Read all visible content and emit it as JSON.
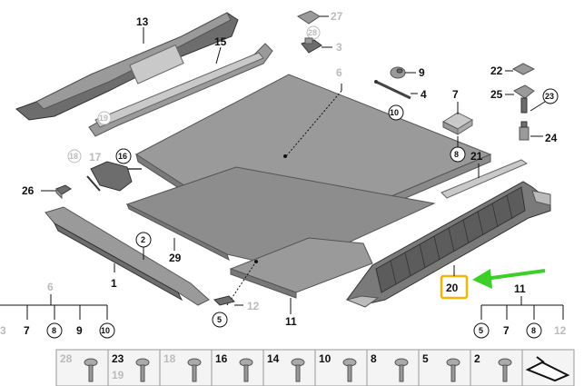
{
  "callouts": {
    "c13": "13",
    "c15": "15",
    "c27": "27",
    "c28": "28",
    "c3": "3",
    "c6": "6",
    "c9": "9",
    "c4": "4",
    "c10": "10",
    "c7": "7",
    "c8": "8",
    "c22": "22",
    "c25": "25",
    "c23": "23",
    "c24": "24",
    "c21": "21",
    "c19": "19",
    "c16": "16",
    "c18": "18",
    "c17": "17",
    "c26": "26",
    "c2": "2",
    "c29": "29",
    "c1": "1",
    "c11": "11",
    "c5": "5",
    "c12": "12",
    "c20": "20"
  },
  "left_group": {
    "top": "6",
    "items": [
      "3",
      "7",
      "8",
      "9",
      "10"
    ]
  },
  "right_group": {
    "top": "11",
    "items": [
      "5",
      "7",
      "8",
      "12"
    ]
  },
  "bottom_table": [
    {
      "main": "28",
      "sub": "",
      "main_grey": true
    },
    {
      "main": "23",
      "sub": "19",
      "main_grey": false
    },
    {
      "main": "18",
      "sub": "",
      "main_grey": true
    },
    {
      "main": "16",
      "sub": "",
      "main_grey": false
    },
    {
      "main": "14",
      "sub": "",
      "main_grey": false
    },
    {
      "main": "10",
      "sub": "",
      "main_grey": false
    },
    {
      "main": "8",
      "sub": "",
      "main_grey": false
    },
    {
      "main": "5",
      "sub": "",
      "main_grey": false
    },
    {
      "main": "2",
      "sub": "",
      "main_grey": false
    },
    {
      "main": "",
      "sub": "",
      "main_grey": false
    }
  ],
  "colors": {
    "highlight_box": "#f2b500",
    "arrow": "#3ccf2a",
    "grey_label": "#bbbbbb"
  }
}
